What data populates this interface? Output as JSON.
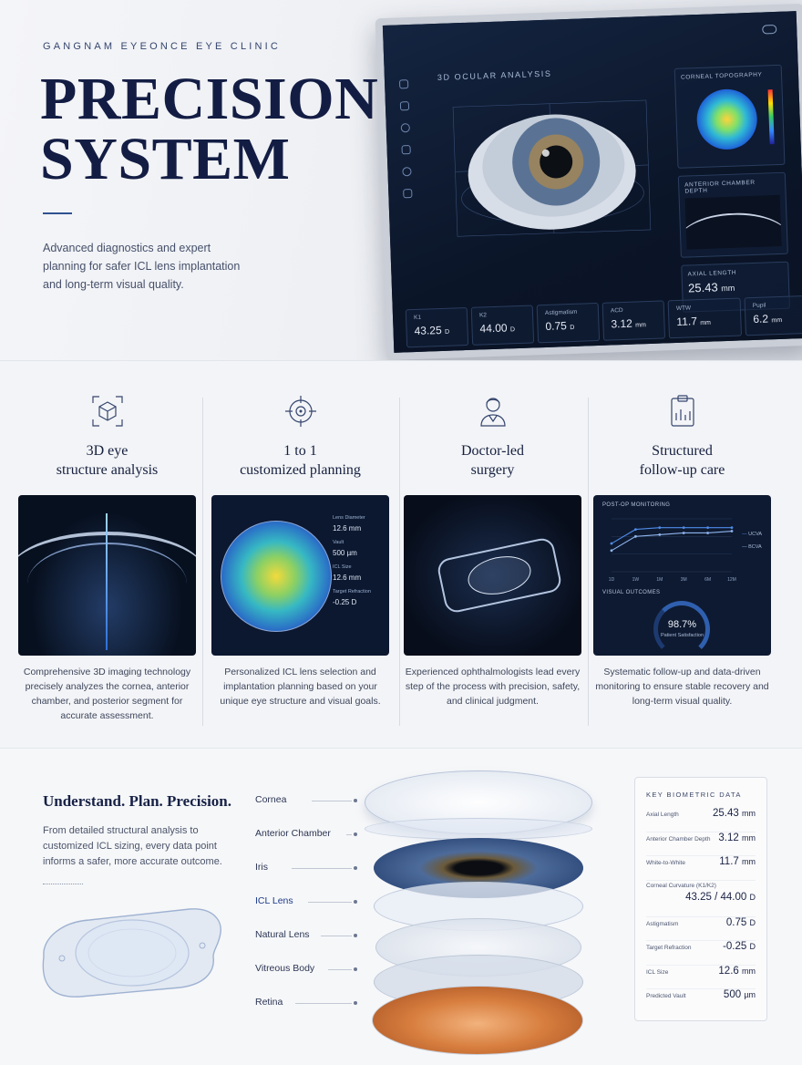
{
  "hero": {
    "clinic": "GANGNAM EYEONCE EYE CLINIC",
    "title_line1": "PRECISION",
    "title_line2": "SYSTEM",
    "description": "Advanced diagnostics and expert planning for safer ICL lens implantation and long-term visual quality."
  },
  "monitor": {
    "heading": "3D OCULAR ANALYSIS",
    "panels": {
      "topography": "CORNEAL TOPOGRAPHY",
      "acd": "ANTERIOR CHAMBER DEPTH",
      "axial_label": "AXIAL LENGTH",
      "axial_value": "25.43",
      "axial_unit": "mm"
    },
    "stats": [
      {
        "label": "K1",
        "value": "43.25",
        "unit": "D"
      },
      {
        "label": "K2",
        "value": "44.00",
        "unit": "D"
      },
      {
        "label": "Astigmatism",
        "value": "0.75",
        "unit": "D"
      },
      {
        "label": "ACD",
        "value": "3.12",
        "unit": "mm"
      },
      {
        "label": "WTW",
        "value": "11.7",
        "unit": "mm"
      },
      {
        "label": "Pupil",
        "value": "6.2",
        "unit": "mm"
      }
    ]
  },
  "features": [
    {
      "title_line1": "3D eye",
      "title_line2": "structure analysis",
      "text": "Comprehensive 3D imaging technology precisely analyzes the cornea, anterior chamber, and posterior segment for accurate assessment."
    },
    {
      "title_line1": "1 to 1",
      "title_line2": "customized planning",
      "text": "Personalized ICL lens selection and implantation planning based on your unique eye structure and visual goals."
    },
    {
      "title_line1": "Doctor-led",
      "title_line2": "surgery",
      "text": "Experienced ophthalmologists lead every step of the process with precision, safety, and clinical judgment."
    },
    {
      "title_line1": "Structured",
      "title_line2": "follow-up care",
      "text": "Systematic follow-up and data-driven monitoring to ensure stable recovery and long-term visual quality."
    }
  ],
  "planning_panel": [
    {
      "label": "Lens Diameter",
      "value": "12.6 mm"
    },
    {
      "label": "Vault",
      "value": "500 µm"
    },
    {
      "label": "ICL Size",
      "value": "12.6 mm"
    },
    {
      "label": "Target Refraction",
      "value": "-0.25 D"
    }
  ],
  "followup_panel": {
    "chart_title": "POST-OP MONITORING",
    "legend": [
      "UCVA",
      "BCVA"
    ],
    "outcomes_title": "VISUAL OUTCOMES",
    "gauge_value": "98.7%",
    "gauge_label": "Patient Satisfaction"
  },
  "chart_data": {
    "type": "line",
    "title": "POST-OP MONITORING",
    "categories": [
      "1D",
      "1W",
      "1M",
      "3M",
      "6M",
      "12M"
    ],
    "series": [
      {
        "name": "UCVA",
        "values": [
          0.8,
          1.2,
          1.25,
          1.25,
          1.25,
          1.25
        ]
      },
      {
        "name": "BCVA",
        "values": [
          0.6,
          1.0,
          1.05,
          1.1,
          1.1,
          1.15
        ]
      }
    ],
    "ylim": [
      0,
      1.5
    ]
  },
  "bottom": {
    "heading": "Understand. Plan. Precision.",
    "description": "From detailed structural analysis to customized ICL sizing, every data point informs a safer, more accurate outcome.",
    "anatomy": [
      "Cornea",
      "Anterior Chamber",
      "Iris",
      "ICL Lens",
      "Natural Lens",
      "Vitreous Body",
      "Retina"
    ]
  },
  "biometric": {
    "title": "KEY BIOMETRIC DATA",
    "rows": [
      {
        "label": "Axial Length",
        "value": "25.43",
        "unit": "mm"
      },
      {
        "label": "Anterior Chamber Depth",
        "value": "3.12",
        "unit": "mm"
      },
      {
        "label": "White-to-White",
        "value": "11.7",
        "unit": "mm"
      },
      {
        "label": "Corneal Curvature (K1/K2)",
        "value": "43.25 / 44.00",
        "unit": "D"
      },
      {
        "label": "Astigmatism",
        "value": "0.75",
        "unit": "D"
      },
      {
        "label": "Target Refraction",
        "value": "-0.25",
        "unit": "D"
      },
      {
        "label": "ICL Size",
        "value": "12.6",
        "unit": "mm"
      },
      {
        "label": "Predicted Vault",
        "value": "500",
        "unit": "µm"
      }
    ]
  },
  "colors": {
    "navy": "#131d44",
    "accent": "#2f5190",
    "screen": "#0d1a31"
  }
}
